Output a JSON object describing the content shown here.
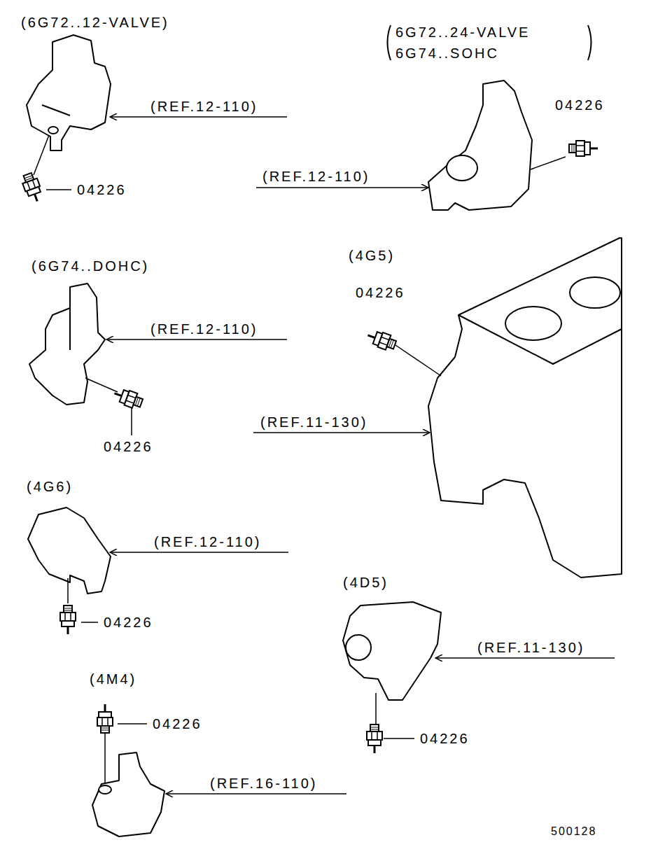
{
  "diagram": {
    "labels": [
      "(6G72..12-VALVE)",
      "(REF.12-110)",
      "04226",
      "6G72..24-VALVE",
      "6G74..SOHC",
      "04226",
      "(REF.12-110)",
      "(6G74..DOHC)",
      "(REF.12-110)",
      "04226",
      "(4G5)",
      "04226",
      "(REF.11-130)",
      "(4G6)",
      "(REF.12-110)",
      "04226",
      "(4D5)",
      "(REF.11-130)",
      "(4M4)",
      "04226",
      "04226",
      "(REF.16-110)",
      "500128"
    ]
  }
}
